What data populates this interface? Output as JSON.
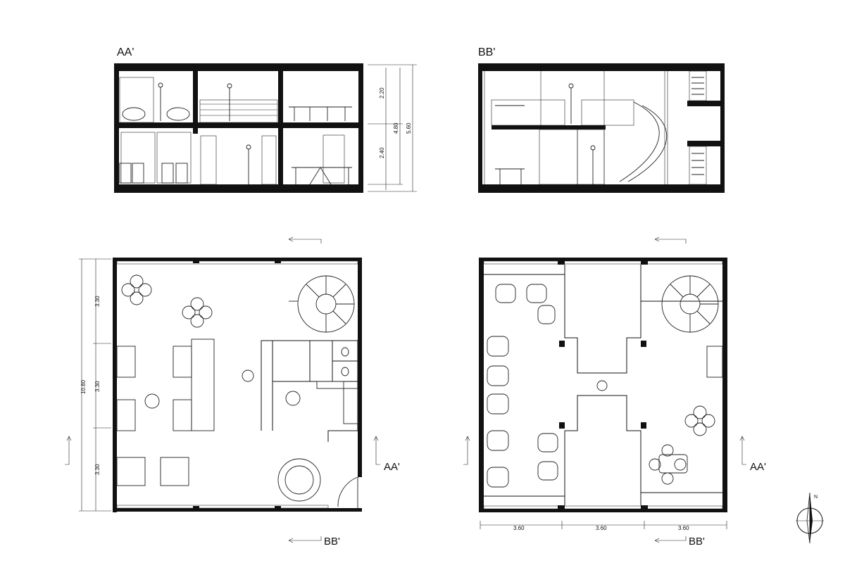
{
  "sections": {
    "aa_title": "AA'",
    "bb_title": "BB'",
    "aa_dims": [
      "2.20",
      "2.40",
      "4.80",
      "5.60"
    ]
  },
  "plans": {
    "ground_dims_vertical": [
      "3.30",
      "3.30",
      "3.30",
      "10.80"
    ],
    "upper_dims_horizontal": [
      "3.60",
      "3.60",
      "3.60"
    ],
    "cut_label_aa": "AA'",
    "cut_label_bb": "BB'"
  },
  "north_arrow": {
    "label": "N"
  }
}
